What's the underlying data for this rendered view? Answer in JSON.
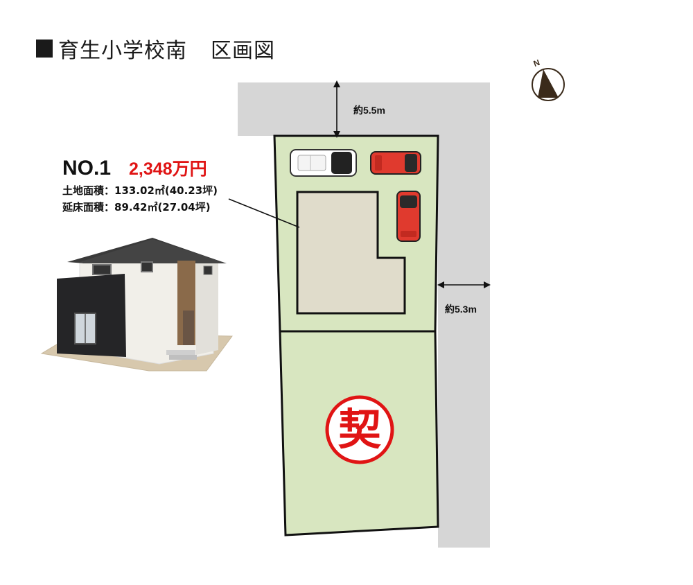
{
  "title": {
    "name": "育生小学校南",
    "suffix": "区画図"
  },
  "lot": {
    "number": "NO.1",
    "price": "2,348万円",
    "land_area": "土地面積：133.02㎡(40.23坪)",
    "floor_area": "延床面積：89.42㎡(27.04坪)"
  },
  "dimensions": {
    "north_road": "約5.5m",
    "east_road": "約5.3m"
  },
  "compass": {
    "label": "N"
  },
  "stamp": {
    "text": "契",
    "color": "#e01414"
  },
  "colors": {
    "road": "#d6d6d6",
    "lot_fill": "#d8e6c0",
    "building_fill": "#e0dccb",
    "car_red": "#e03a2e",
    "accent_red": "#e01414"
  }
}
